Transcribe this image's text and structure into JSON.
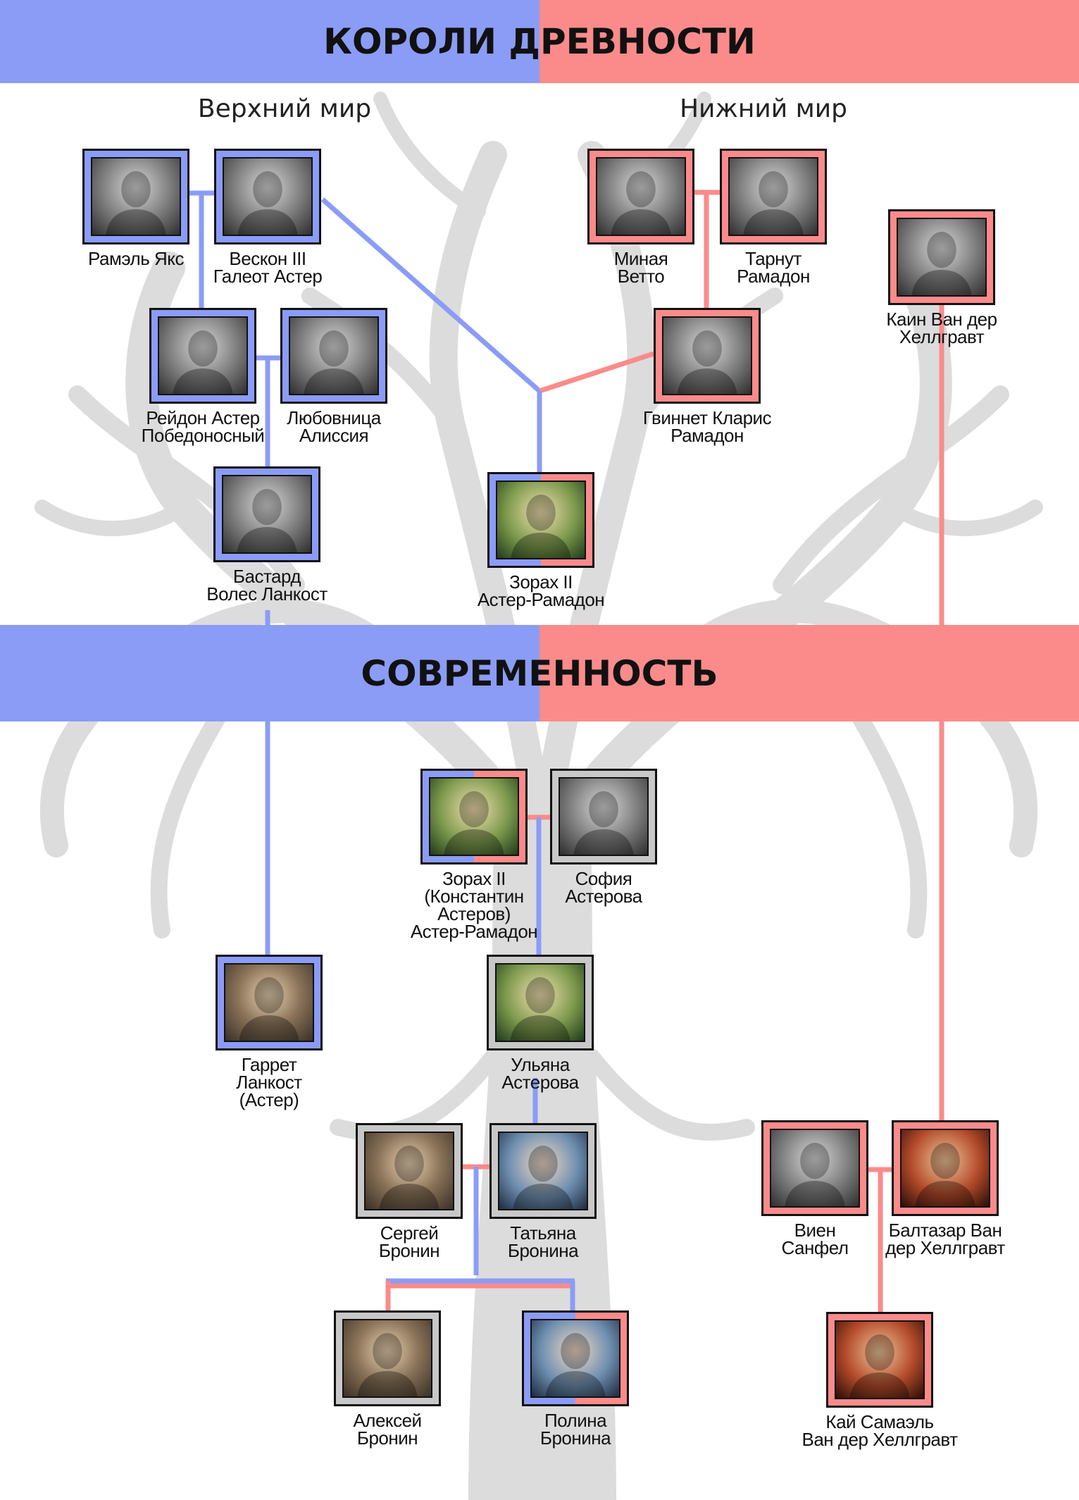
{
  "titles": {
    "top": "КОРОЛИ ДРЕВНОСТИ",
    "middle": "СОВРЕМЕННОСТЬ",
    "upper_world": "Верхний мир",
    "lower_world": "Нижний мир"
  },
  "colors": {
    "blue": "#8b9cf6",
    "red": "#fb8b8b",
    "gray": "#c8c8c8",
    "tree": "#dcdcdc"
  },
  "people": {
    "ramael": {
      "lines": [
        "Рамэль Якс"
      ],
      "frame": "blue"
    },
    "veskon": {
      "lines": [
        "Вескон III",
        "Галеот Астер"
      ],
      "frame": "blue"
    },
    "minaya": {
      "lines": [
        "Миная",
        "Ветто"
      ],
      "frame": "red"
    },
    "tarnut": {
      "lines": [
        "Тарнут",
        "Рамадон"
      ],
      "frame": "red"
    },
    "kain": {
      "lines": [
        "Каин Ван дер",
        "Хеллгравт"
      ],
      "frame": "red"
    },
    "reydon": {
      "lines": [
        "Рейдон Астер",
        "Победоносный"
      ],
      "frame": "blue"
    },
    "alissia": {
      "lines": [
        "Любовница",
        "Алиссия"
      ],
      "frame": "blue"
    },
    "gvinnet": {
      "lines": [
        "Гвиннет Кларис",
        "Рамадон"
      ],
      "frame": "red"
    },
    "bastard": {
      "lines": [
        "Бастард",
        "Волес Ланкост"
      ],
      "frame": "blue"
    },
    "zorah_old": {
      "lines": [
        "Зорах II",
        "Астер-Рамадон"
      ],
      "frame": "split"
    },
    "zorah_new": {
      "lines": [
        "Зорах II",
        "(Константин",
        "Астеров)",
        "Астер-Рамадон"
      ],
      "frame": "split"
    },
    "sofia": {
      "lines": [
        "София",
        "Астерова"
      ],
      "frame": "gray"
    },
    "garret": {
      "lines": [
        "Гаррет",
        "Ланкост",
        "(Астер)"
      ],
      "frame": "blue"
    },
    "ulyana": {
      "lines": [
        "Ульяна",
        "Астерова"
      ],
      "frame": "gray"
    },
    "sergey": {
      "lines": [
        "Сергей",
        "Бронин"
      ],
      "frame": "gray"
    },
    "tatyana": {
      "lines": [
        "Татьяна",
        "Бронина"
      ],
      "frame": "gray"
    },
    "vien": {
      "lines": [
        "Виен",
        "Санфел"
      ],
      "frame": "red"
    },
    "baltazar": {
      "lines": [
        "Балтазар Ван",
        "дер Хеллгравт"
      ],
      "frame": "red"
    },
    "aleksey": {
      "lines": [
        "Алексей",
        "Бронин"
      ],
      "frame": "gray"
    },
    "polina": {
      "lines": [
        "Полина",
        "Бронина"
      ],
      "frame": "split"
    },
    "kai": {
      "lines": [
        "Кай Самаэль",
        "Ван дер Хеллгравт"
      ],
      "frame": "red"
    }
  }
}
